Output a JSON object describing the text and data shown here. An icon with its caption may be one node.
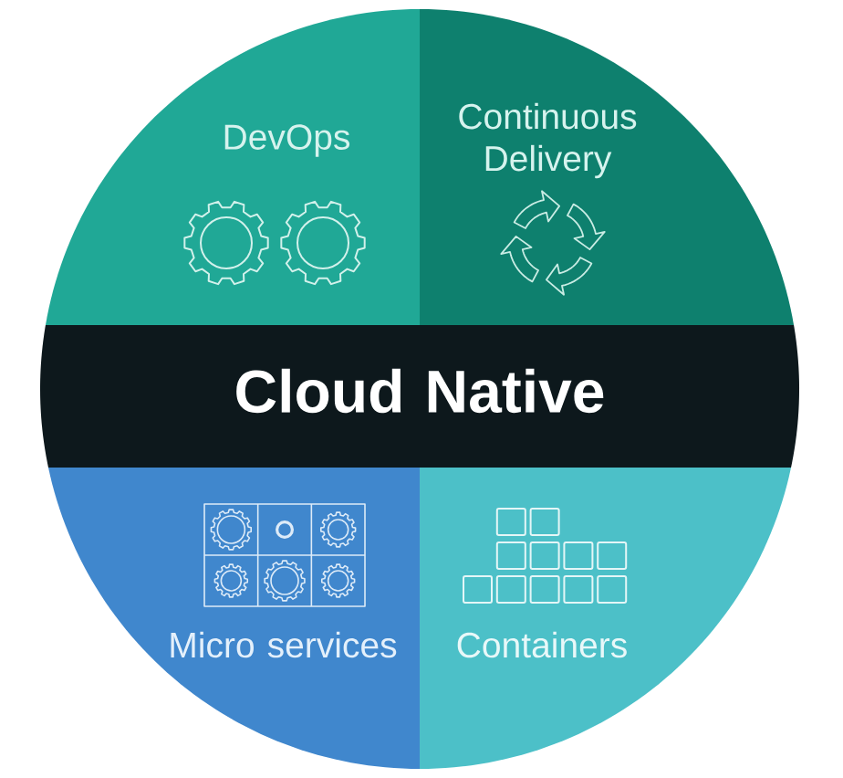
{
  "diagram": {
    "nodes": [
      {
        "text": [
          "DevOps"
        ]
      },
      {
        "text": [
          "Continuous Delivery"
        ]
      },
      {
        "text": [
          "Cloud Native"
        ]
      },
      {
        "text": [
          "Micro services"
        ]
      },
      {
        "text": [
          "Containers"
        ]
      }
    ]
  }
}
